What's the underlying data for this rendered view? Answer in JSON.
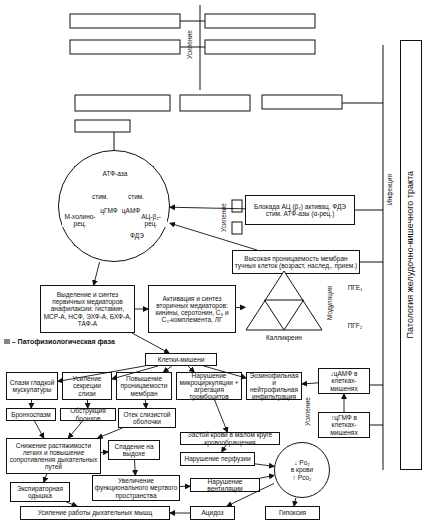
{
  "diagram": {
    "nodes": [
      {
        "text": [
          "Патология желудочно-кишечного тракта"
        ]
      },
      {
        "text": [
          "М-холино-рец.",
          "стим.",
          "цГМФ",
          "цАМФ",
          "стим.",
          "АЦ-β₂-рец."
        ]
      },
      {
        "text": [
          "Блокада АЦ (β₂) активац. ФДЭ стим. АТФ-азы (α-рец.)"
        ]
      },
      {
        "text": [
          "Высокая проницаемость мембран тучных клеток (возраст, наслед., прием.)"
        ]
      },
      {
        "text": [
          "Выделение и синтез первичных медиаторов анафилаксии: гистамин, МСР-А, НСФ, ЭХФ-А, БХФ-А, ТАФ-А"
        ]
      },
      {
        "text": [
          "Активация и синтез вторичных медиаторов: кинины, серотонин, С₃ и С₅-комплемента, ЛГ"
        ]
      },
      {
        "text": [
          "Калликреин"
        ]
      },
      {
        "text": [
          "Клетки-мишени"
        ]
      },
      {
        "text": [
          "Спазм гладкой мускулатуры"
        ]
      },
      {
        "text": [
          "Усиление секреции слизи"
        ]
      },
      {
        "text": [
          "Повышение проницаемости мембран"
        ]
      },
      {
        "text": [
          "Нарушение микроциркуляции + агрегация тромбоцитов"
        ]
      },
      {
        "text": [
          "Эозинофильная и нейтрофильная инфильтрация"
        ]
      },
      {
        "text": [
          "↓цАМФ в клетках-мишенях"
        ]
      },
      {
        "text": [
          "↑цГМФ в клетках-мишенях"
        ]
      },
      {
        "text": [
          "Бронхоспазм"
        ]
      },
      {
        "text": [
          "Обструкция бронхов"
        ]
      },
      {
        "text": [
          "Отек слизистой оболочки"
        ]
      },
      {
        "text": [
          "Застой крови в малом круге кровообращения"
        ]
      },
      {
        "text": [
          "Снижение растяжимости легких и повышение сопротивления дыхательных путей"
        ]
      },
      {
        "text": [
          "Спадение на выдохе"
        ]
      },
      {
        "text": [
          "Нарушение перфузии"
        ]
      },
      {
        "text": [
          "Экспираторная одышка"
        ]
      },
      {
        "text": [
          "Увеличение функционального мертвого пространства"
        ]
      },
      {
        "text": [
          "Нарушение вентиляции"
        ]
      },
      {
        "text": [
          "↓ Po₂",
          "в крови",
          "↑ Pco₂"
        ]
      },
      {
        "text": [
          "Усиление работы дыхательных мышц"
        ]
      },
      {
        "text": [
          "Ацидоз"
        ]
      },
      {
        "text": [
          "Гипоксия"
        ]
      }
    ],
    "edges": [
      {
        "from": 2,
        "to": 1,
        "arrow": "to"
      },
      {
        "from": 3,
        "to": 1,
        "arrow": "to"
      },
      {
        "from": 1,
        "to": 4,
        "arrow": "to"
      },
      {
        "from": 4,
        "to": 5,
        "arrow": "to"
      },
      {
        "from": 5,
        "to": 6,
        "arrow": "to"
      },
      {
        "from": 4,
        "to": 7,
        "arrow": "to"
      },
      {
        "from": 7,
        "to": 8,
        "arrow": "to"
      },
      {
        "from": 7,
        "to": 9,
        "arrow": "to"
      },
      {
        "from": 7,
        "to": 10,
        "arrow": "to"
      },
      {
        "from": 7,
        "to": 11,
        "arrow": "to"
      },
      {
        "from": 7,
        "to": 12,
        "arrow": "to"
      },
      {
        "from": 13,
        "to": 12,
        "arrow": "to"
      },
      {
        "from": 14,
        "to": 13,
        "arrow": "to"
      },
      {
        "from": 8,
        "to": 15,
        "arrow": "to"
      },
      {
        "from": 9,
        "to": 16,
        "arrow": "to"
      },
      {
        "from": 10,
        "to": 17,
        "arrow": "to"
      },
      {
        "from": 11,
        "to": 18,
        "arrow": "to"
      },
      {
        "from": 15,
        "to": 19,
        "arrow": "to"
      },
      {
        "from": 16,
        "to": 19,
        "arrow": "to"
      },
      {
        "from": 17,
        "to": 19,
        "arrow": "to"
      },
      {
        "from": 19,
        "to": 20,
        "arrow": "to"
      },
      {
        "from": 19,
        "to": 22,
        "arrow": "to"
      },
      {
        "from": 20,
        "to": 23,
        "arrow": "to"
      },
      {
        "from": 18,
        "to": 21,
        "arrow": "to"
      },
      {
        "from": 23,
        "to": 24,
        "arrow": "to"
      },
      {
        "from": 21,
        "to": 25,
        "arrow": "to"
      },
      {
        "from": 24,
        "to": 25,
        "arrow": "to"
      },
      {
        "from": 22,
        "to": 26,
        "arrow": "to"
      },
      {
        "from": 25,
        "to": 27,
        "arrow": "to"
      },
      {
        "from": 25,
        "to": 28,
        "arrow": "to"
      },
      {
        "from": 27,
        "to": 26,
        "arrow": "to"
      }
    ],
    "labels": [
      "Инфекция",
      "Усиление",
      "Усиление",
      "ФДЭ",
      "АТФ-аза",
      "III – Патофизиологическая фаза",
      "Модуляция",
      "ПГЕ₁",
      "ПГF₂",
      "Усиление"
    ]
  }
}
